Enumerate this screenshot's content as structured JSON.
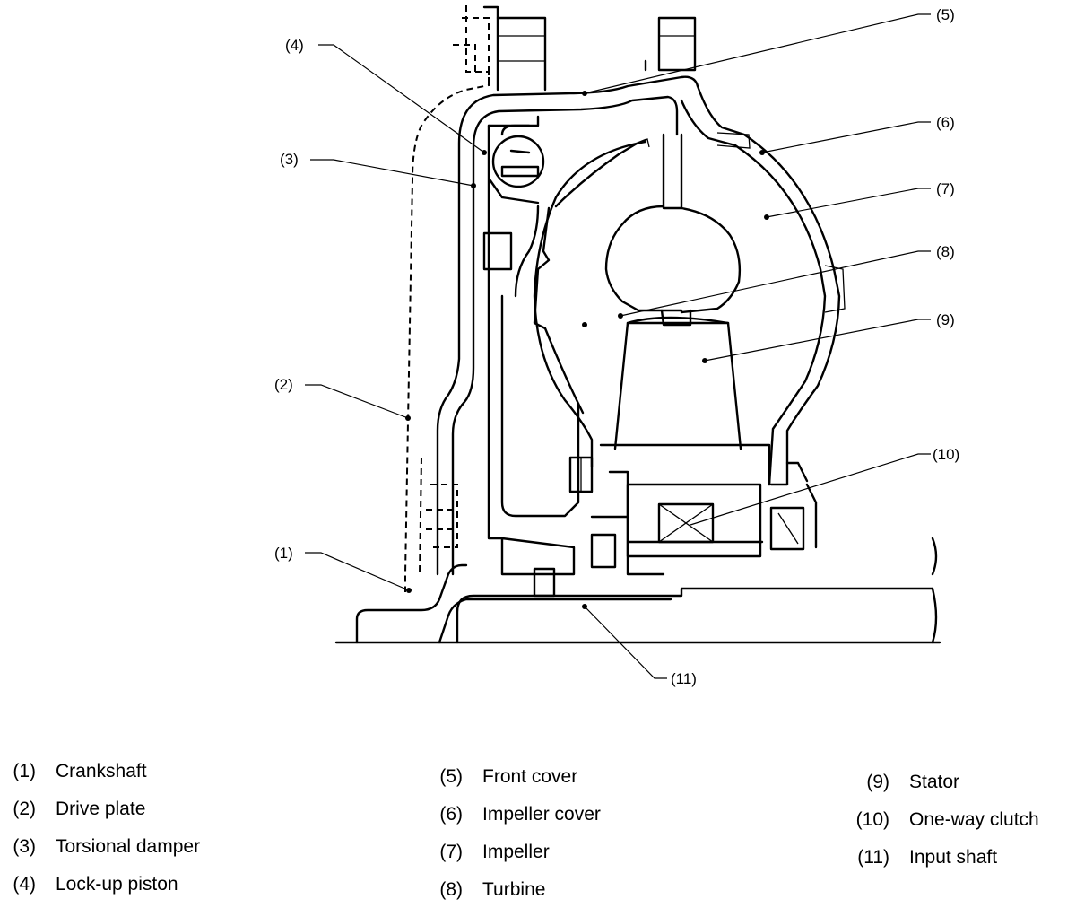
{
  "callouts": [
    {
      "num": "(1)"
    },
    {
      "num": "(2)"
    },
    {
      "num": "(3)"
    },
    {
      "num": "(4)"
    },
    {
      "num": "(5)"
    },
    {
      "num": "(6)"
    },
    {
      "num": "(7)"
    },
    {
      "num": "(8)"
    },
    {
      "num": "(9)"
    },
    {
      "num": "(10)"
    },
    {
      "num": "(11)"
    }
  ],
  "legend": [
    {
      "num": "(1)",
      "label": "Crankshaft"
    },
    {
      "num": "(2)",
      "label": "Drive plate"
    },
    {
      "num": "(3)",
      "label": "Torsional damper"
    },
    {
      "num": "(4)",
      "label": "Lock-up piston"
    },
    {
      "num": "(5)",
      "label": "Front cover"
    },
    {
      "num": "(6)",
      "label": "Impeller cover"
    },
    {
      "num": "(7)",
      "label": "Impeller"
    },
    {
      "num": "(8)",
      "label": "Turbine"
    },
    {
      "num": "(9)",
      "label": "Stator"
    },
    {
      "num": "(10)",
      "label": "One-way clutch"
    },
    {
      "num": "(11)",
      "label": "Input shaft"
    }
  ]
}
